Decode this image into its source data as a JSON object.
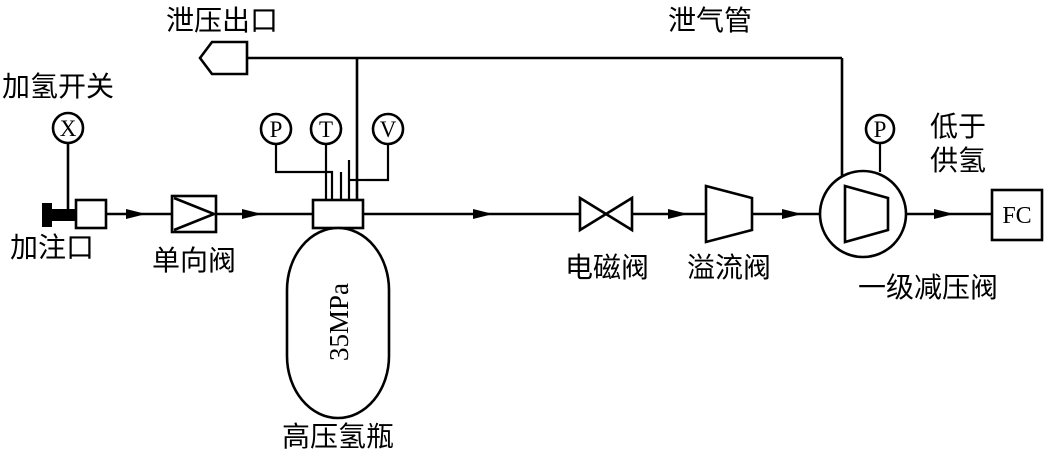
{
  "labels": {
    "vent_outlet": "泄压出口",
    "vent_pipe": "泄气管",
    "hydrogen_switch": "加氢开关",
    "fill_port": "加注口",
    "check_valve": "单向阀",
    "tank_pressure": "35MPa",
    "tank": "高压氢瓶",
    "solenoid_valve": "电磁阀",
    "overflow_valve": "溢流阀",
    "low_pressure_supply_line1": "低于",
    "low_pressure_supply_line2": "供氢",
    "regulator": "一级减压阀",
    "fuel_cell": "FC"
  },
  "gauges": {
    "switch_symbol": "X",
    "pressure": "P",
    "temperature": "T",
    "valve": "V",
    "regulator_pressure": "P"
  }
}
